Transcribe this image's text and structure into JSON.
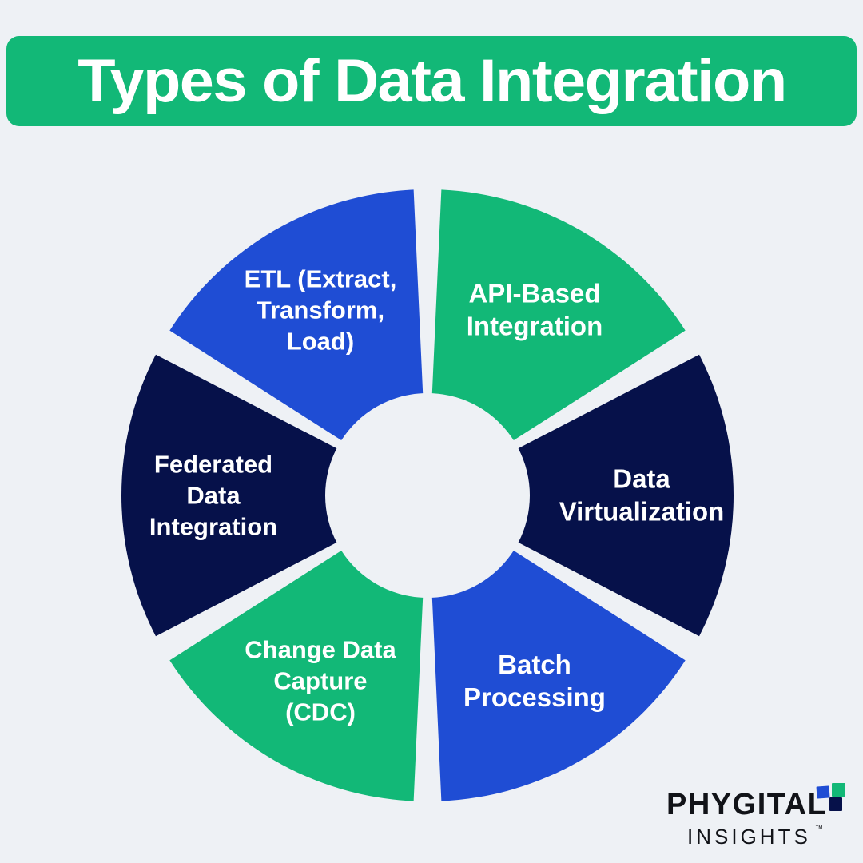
{
  "page": {
    "background_color": "#eef1f5"
  },
  "header": {
    "title": "Types of Data Integration",
    "banner_color": "#12b877",
    "title_color": "#ffffff"
  },
  "chart_data": {
    "type": "pie",
    "title": "Types of Data Integration",
    "subtitle": "",
    "xlabel": "",
    "ylabel": "",
    "variant": "donut",
    "legend_position": "none",
    "grid": false,
    "center_hole_color": "#eef1f5",
    "equal_segments": true,
    "segment_count": 6,
    "categories": [
      "ETL (Extract, Transform, Load)",
      "API-Based Integration",
      "Data Virtualization",
      "Batch Processing",
      "Change Data Capture (CDC)",
      "Federated Data Integration"
    ],
    "values": [
      16.67,
      16.67,
      16.67,
      16.67,
      16.67,
      16.67
    ],
    "colors": [
      "#1f4dd4",
      "#12b877",
      "#06114a",
      "#1f4dd4",
      "#12b877",
      "#06114a"
    ],
    "series": [
      {
        "name": "Types of Data Integration",
        "values": [
          16.67,
          16.67,
          16.67,
          16.67,
          16.67,
          16.67
        ]
      }
    ],
    "segments": [
      {
        "id": "etl",
        "label": "ETL (Extract, Transform, Load)",
        "lines": [
          "ETL (Extract,",
          "Transform,",
          "Load)"
        ],
        "color": "#1f4dd4",
        "text_color": "#ffffff",
        "start_angle": -60,
        "end_angle": 0,
        "position": "top"
      },
      {
        "id": "api-based-integration",
        "label": "API-Based Integration",
        "lines": [
          "API-Based",
          "Integration"
        ],
        "color": "#12b877",
        "text_color": "#ffffff",
        "start_angle": 0,
        "end_angle": 60,
        "position": "top-right"
      },
      {
        "id": "data-virtualization",
        "label": "Data Virtualization",
        "lines": [
          "Data",
          "Virtualization"
        ],
        "color": "#06114a",
        "text_color": "#ffffff",
        "start_angle": 60,
        "end_angle": 120,
        "position": "bottom-right"
      },
      {
        "id": "batch-processing",
        "label": "Batch Processing",
        "lines": [
          "Batch",
          "Processing"
        ],
        "color": "#1f4dd4",
        "text_color": "#ffffff",
        "start_angle": 120,
        "end_angle": 180,
        "position": "bottom"
      },
      {
        "id": "change-data-capture",
        "label": "Change Data Capture (CDC)",
        "lines": [
          "Change Data",
          "Capture",
          "(CDC)"
        ],
        "color": "#12b877",
        "text_color": "#ffffff",
        "start_angle": 180,
        "end_angle": 240,
        "position": "bottom-left"
      },
      {
        "id": "federated-data-integration",
        "label": "Federated Data Integration",
        "lines": [
          "Federated",
          "Data",
          "Integration"
        ],
        "color": "#06114a",
        "text_color": "#ffffff",
        "start_angle": 240,
        "end_angle": 300,
        "position": "top-left"
      }
    ]
  },
  "logo": {
    "primary_text": "PHYGITAL",
    "secondary_text": "INSIGHTS",
    "trademark": "™",
    "mark_colors": {
      "blue": "#1f4dd4",
      "green": "#12b877",
      "navy": "#06114a"
    }
  }
}
